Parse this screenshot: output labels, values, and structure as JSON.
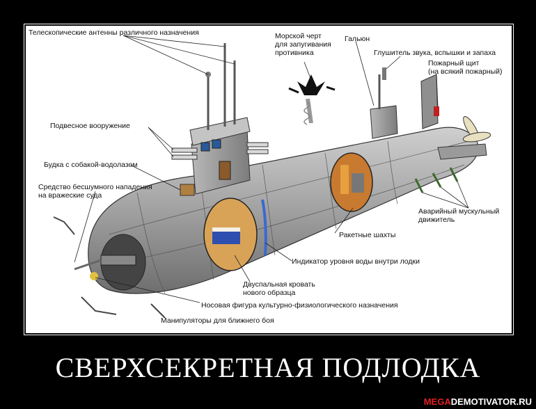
{
  "image": {
    "callouts": [
      {
        "id": "antennas",
        "text": "Телескопические антенны различного назначения"
      },
      {
        "id": "sea-devil",
        "text": "Морской черт\nдля запугивания\nпротивника"
      },
      {
        "id": "toilet",
        "text": "Гальюн"
      },
      {
        "id": "muffler",
        "text": "Глушитель звука, вспышки и запаха"
      },
      {
        "id": "fire-shield",
        "text": "Пожарный щит\n(на всякий пожарный)"
      },
      {
        "id": "weapons",
        "text": "Подвесное вооружение"
      },
      {
        "id": "doghouse",
        "text": "Будка с собакой-водолазом"
      },
      {
        "id": "silent-attack",
        "text": "Средство бесшумного нападения\nна вражеские суда"
      },
      {
        "id": "emergency-propulsion",
        "text": "Аварийный мускульный\nдвижитель"
      },
      {
        "id": "missile-shafts",
        "text": "Ракетные шахты"
      },
      {
        "id": "water-indicator",
        "text": "Индикатор уровня воды внутри лодки"
      },
      {
        "id": "double-bed",
        "text": "Двуспальная кровать\nнового образца"
      },
      {
        "id": "bow-figure",
        "text": "Носовая фигура культурно-физиологического назначения"
      },
      {
        "id": "manipulators",
        "text": "Манипуляторы для ближнего боя"
      }
    ]
  },
  "headline": "СВЕРХСЕКРЕТНАЯ ПОДЛОДКА",
  "watermark": {
    "part1": "MEGA",
    "part2": "DEMOTIVATOR.RU"
  },
  "colors": {
    "hull": "#9a9a9a",
    "background": "#000000",
    "watermark_accent": "#e02020"
  }
}
